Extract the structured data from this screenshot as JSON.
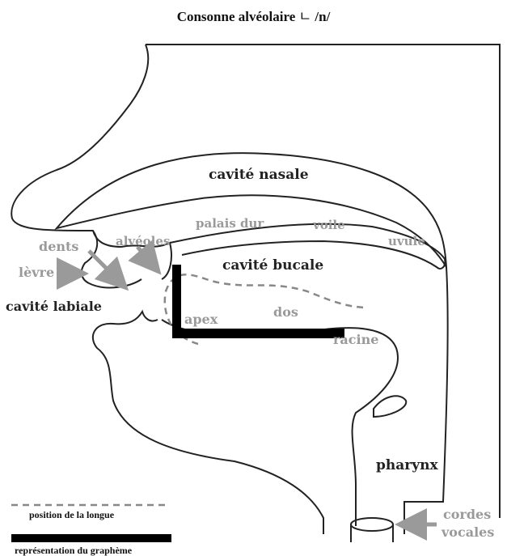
{
  "title": {
    "text": "Consonne alvéolaire",
    "symbol": "ㄴ",
    "phoneme": "/n/"
  },
  "labels": {
    "cavite_nasale": "cavité nasale",
    "palais_dur": "palais dur",
    "voile": "voile",
    "uvule": "uvule",
    "dents": "dents",
    "alveoles": "alvéoles",
    "levre": "lèvre",
    "cavite_bucale": "cavité bucale",
    "cavite_labiale": "cavité labiale",
    "apex": "apex",
    "dos": "dos",
    "racine": "racine",
    "pharynx": "pharynx",
    "cordes": "cordes",
    "vocales": "vocales"
  },
  "legend": {
    "tongue_position": "position de la longue",
    "grapheme": "représentation du graphème"
  },
  "colors": {
    "outline": "#222222",
    "grey_label": "#9a9a9a",
    "grapheme": "#000000",
    "tongue_dash": "#888888"
  }
}
